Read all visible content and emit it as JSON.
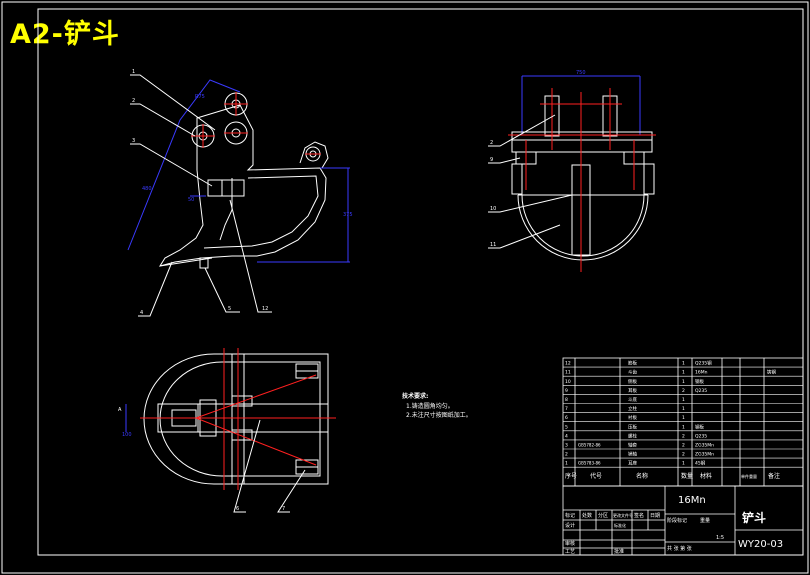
{
  "title": "A2-铲斗",
  "colors": {
    "background": "#000000",
    "lines": "#ffffff",
    "dimensions": "#3a3aff",
    "centerlines": "#ff2020",
    "title": "#ffff00"
  },
  "side_view": {
    "labels": [
      "1",
      "2",
      "3",
      "4",
      "5",
      "12"
    ]
  },
  "front_view": {
    "labels": [
      "2",
      "9",
      "10",
      "11"
    ]
  },
  "top_view": {
    "labels": [
      "6",
      "7"
    ]
  },
  "notes": {
    "heading": "技术要求:",
    "lines": [
      "1.铸造圆角均匀。",
      "2.未注尺寸按图纸加工。"
    ]
  },
  "parts_list": {
    "rows": [
      {
        "no": "12",
        "name": "筋板",
        "qty": "1",
        "material": "Q235钢",
        "note": ""
      },
      {
        "no": "11",
        "name": "斗齿",
        "qty": "1",
        "material": "16Mn",
        "note": "铸钢"
      },
      {
        "no": "10",
        "name": "侧板",
        "qty": "1",
        "material": "钢板",
        "note": ""
      },
      {
        "no": "9",
        "name": "耳板",
        "qty": "2",
        "material": "Q235",
        "note": ""
      },
      {
        "no": "8",
        "name": "斗底",
        "qty": "1",
        "material": "",
        "note": ""
      },
      {
        "no": "7",
        "name": "立柱",
        "qty": "1",
        "material": "",
        "note": ""
      },
      {
        "no": "6",
        "name": "衬板",
        "qty": "1",
        "material": "",
        "note": ""
      },
      {
        "no": "5",
        "name": "压板",
        "qty": "1",
        "material": "钢板",
        "note": ""
      },
      {
        "no": "4",
        "name": "螺栓",
        "qty": "2",
        "material": "Q235",
        "note": ""
      },
      {
        "no": "3",
        "name": "轴套",
        "qty": "2",
        "material": "ZG35Mn",
        "note": ""
      },
      {
        "no": "2",
        "name": "销轴",
        "qty": "2",
        "material": "ZG35Mn",
        "note": ""
      },
      {
        "no": "1",
        "name": "耳座",
        "qty": "1",
        "material": "45钢",
        "note": ""
      }
    ],
    "row3_code": "GB5782-86",
    "row1_code": "GB5783-86",
    "header": {
      "no": "序号",
      "code": "代号",
      "name": "名称",
      "qty": "数量",
      "material": "材料",
      "unit_weight": "单件重量",
      "note": "备注"
    }
  },
  "title_block": {
    "material": "16Mn",
    "name": "铲斗",
    "drawing_no": "WY20-03",
    "scale": "1:5",
    "rows": [
      "标记",
      "处数",
      "分区",
      "更改文件号",
      "签名",
      "日期"
    ],
    "design": "设计",
    "standard": "标准化",
    "review": "审核",
    "process": "工艺",
    "approve": "批准",
    "stage": "阶段标记",
    "weight": "重量",
    "sheet": "共 张 第 张"
  }
}
